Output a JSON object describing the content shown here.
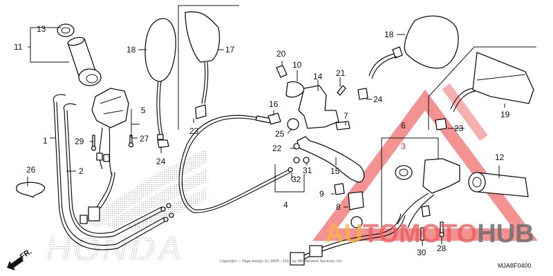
{
  "diagram": {
    "type": "exploded-parts-diagram",
    "subject": "Handlebar / switch / cable / mirror assembly",
    "diagram_code": "MJA8F0400",
    "direction_indicator": "FR.",
    "background_logo": "HONDA",
    "copyright_notice": "Copyright — Page design (c) 2004 - 2014 by ARI Network Services, Inc.",
    "watermark": {
      "part1": "AU",
      "part2": "TOMOTO",
      "part3": "HUB",
      "colors": {
        "part1": "#f5b43c",
        "part2": "#eb5a5a",
        "part3": "#6e6e6e"
      }
    },
    "colors": {
      "line": "#111111",
      "background": "#ffffff",
      "watermark_triangle": "#f08080"
    },
    "callouts": [
      {
        "num": "1",
        "label": "1",
        "part": "cable"
      },
      {
        "num": "2",
        "label": "2",
        "part": "cable"
      },
      {
        "num": "3",
        "label": "3",
        "part": "grommet"
      },
      {
        "num": "4",
        "label": "4",
        "part": "clutch cable"
      },
      {
        "num": "5",
        "label": "5",
        "part": "left switch housing"
      },
      {
        "num": "6",
        "label": "6",
        "part": "right switch assembly"
      },
      {
        "num": "7",
        "label": "7",
        "part": "pivot bolt"
      },
      {
        "num": "8",
        "label": "8",
        "part": "switch"
      },
      {
        "num": "9",
        "label": "9",
        "part": "cap"
      },
      {
        "num": "10",
        "label": "10",
        "part": "holder"
      },
      {
        "num": "11",
        "label": "11",
        "part": "grip assembly"
      },
      {
        "num": "12",
        "label": "12",
        "part": "grip"
      },
      {
        "num": "13",
        "label": "13",
        "part": "end cap"
      },
      {
        "num": "14",
        "label": "14",
        "part": "lever bracket"
      },
      {
        "num": "15",
        "label": "15",
        "part": "clutch lever"
      },
      {
        "num": "16",
        "label": "16",
        "part": "bolt"
      },
      {
        "num": "17",
        "label": "17",
        "part": "mirror"
      },
      {
        "num": "18",
        "label": "18",
        "part": "mirror"
      },
      {
        "num": "19",
        "label": "19",
        "part": "mirror"
      },
      {
        "num": "20",
        "label": "20",
        "part": "bolt"
      },
      {
        "num": "21",
        "label": "21",
        "part": "adjuster"
      },
      {
        "num": "22",
        "label": "22",
        "part": "nut"
      },
      {
        "num": "23",
        "label": "23",
        "part": "nut"
      },
      {
        "num": "24",
        "label": "24",
        "part": "nut"
      },
      {
        "num": "25",
        "label": "25",
        "part": "collar"
      },
      {
        "num": "26",
        "label": "26",
        "part": "clamp"
      },
      {
        "num": "27",
        "label": "27",
        "part": "screw"
      },
      {
        "num": "28",
        "label": "28",
        "part": "screw"
      },
      {
        "num": "29",
        "label": "29",
        "part": "screw"
      },
      {
        "num": "30",
        "label": "30",
        "part": "screw"
      },
      {
        "num": "31",
        "label": "31",
        "part": "nut"
      },
      {
        "num": "32",
        "label": "32",
        "part": "nut"
      }
    ]
  }
}
